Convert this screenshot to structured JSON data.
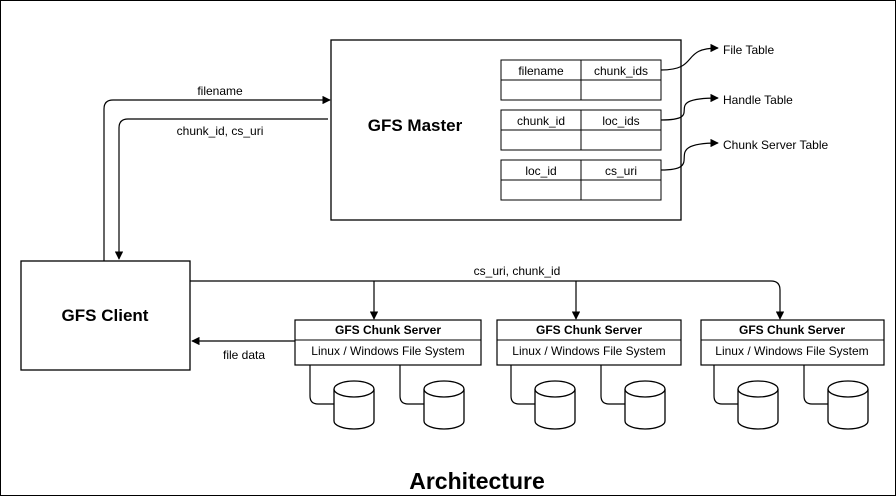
{
  "diagram": {
    "title": "Architecture",
    "master": {
      "label": "GFS Master",
      "tables": [
        {
          "headers": [
            "filename",
            "chunk_ids"
          ],
          "callout": "File Table"
        },
        {
          "headers": [
            "chunk_id",
            "loc_ids"
          ],
          "callout": "Handle Table"
        },
        {
          "headers": [
            "loc_id",
            "cs_uri"
          ],
          "callout": "Chunk Server Table"
        }
      ]
    },
    "client": {
      "label": "GFS Client"
    },
    "edges": {
      "client_to_master": "filename",
      "master_to_client": "chunk_id, cs_uri",
      "client_to_chunkservers": "cs_uri, chunk_id",
      "chunkserver_to_client": "file data"
    },
    "chunk_servers": [
      {
        "title": "GFS Chunk Server",
        "fs": "Linux / Windows File System"
      },
      {
        "title": "GFS Chunk Server",
        "fs": "Linux / Windows File System"
      },
      {
        "title": "GFS Chunk Server",
        "fs": "Linux / Windows File System"
      }
    ]
  }
}
